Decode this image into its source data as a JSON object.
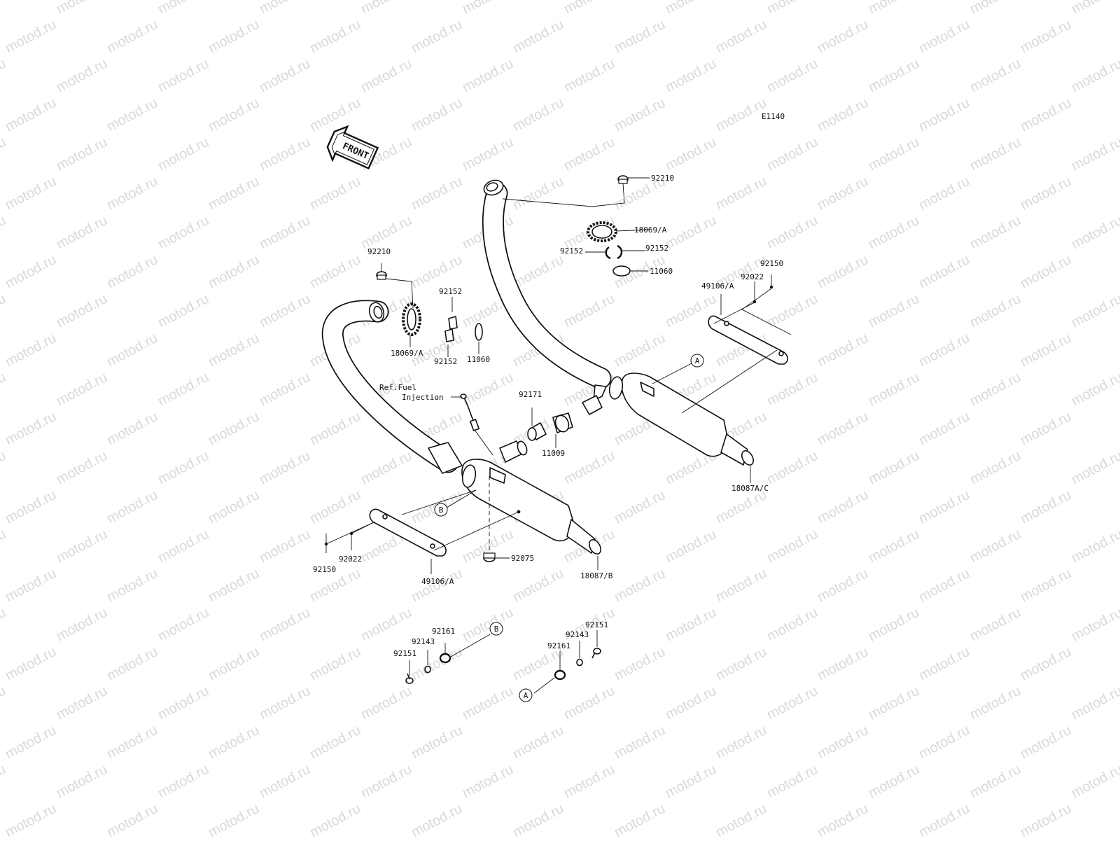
{
  "diagram": {
    "code": "E1140",
    "front_label": "FRONT",
    "watermark": "motod.ru",
    "ref_label_1": "Ref.Fuel",
    "ref_label_2": "Injection",
    "callouts": {
      "a": "A",
      "b": "B"
    },
    "labels": {
      "p92210_right": "92210",
      "p18069_right": "18069/A",
      "p92152_r1": "92152",
      "p92152_r2": "92152",
      "p11060_right": "11060",
      "p92150_right": "92150",
      "p92022_right": "92022",
      "p49106_right": "49106/A",
      "p18087_right": "18087A/C",
      "p92210_left": "92210",
      "p92152_l1": "92152",
      "p92152_l2": "92152",
      "p18069_left": "18069/A",
      "p11060_left": "11060",
      "p92171": "92171",
      "p11009": "11009",
      "p92150_left": "92150",
      "p92022_left": "92022",
      "p49106_left": "49106/A",
      "p92075": "92075",
      "p18087_left": "18087/B",
      "p92161_b": "92161",
      "p92143_b": "92143",
      "p92151_b": "92151",
      "p92151_a": "92151",
      "p92143_a": "92143",
      "p92161_a": "92161"
    }
  }
}
